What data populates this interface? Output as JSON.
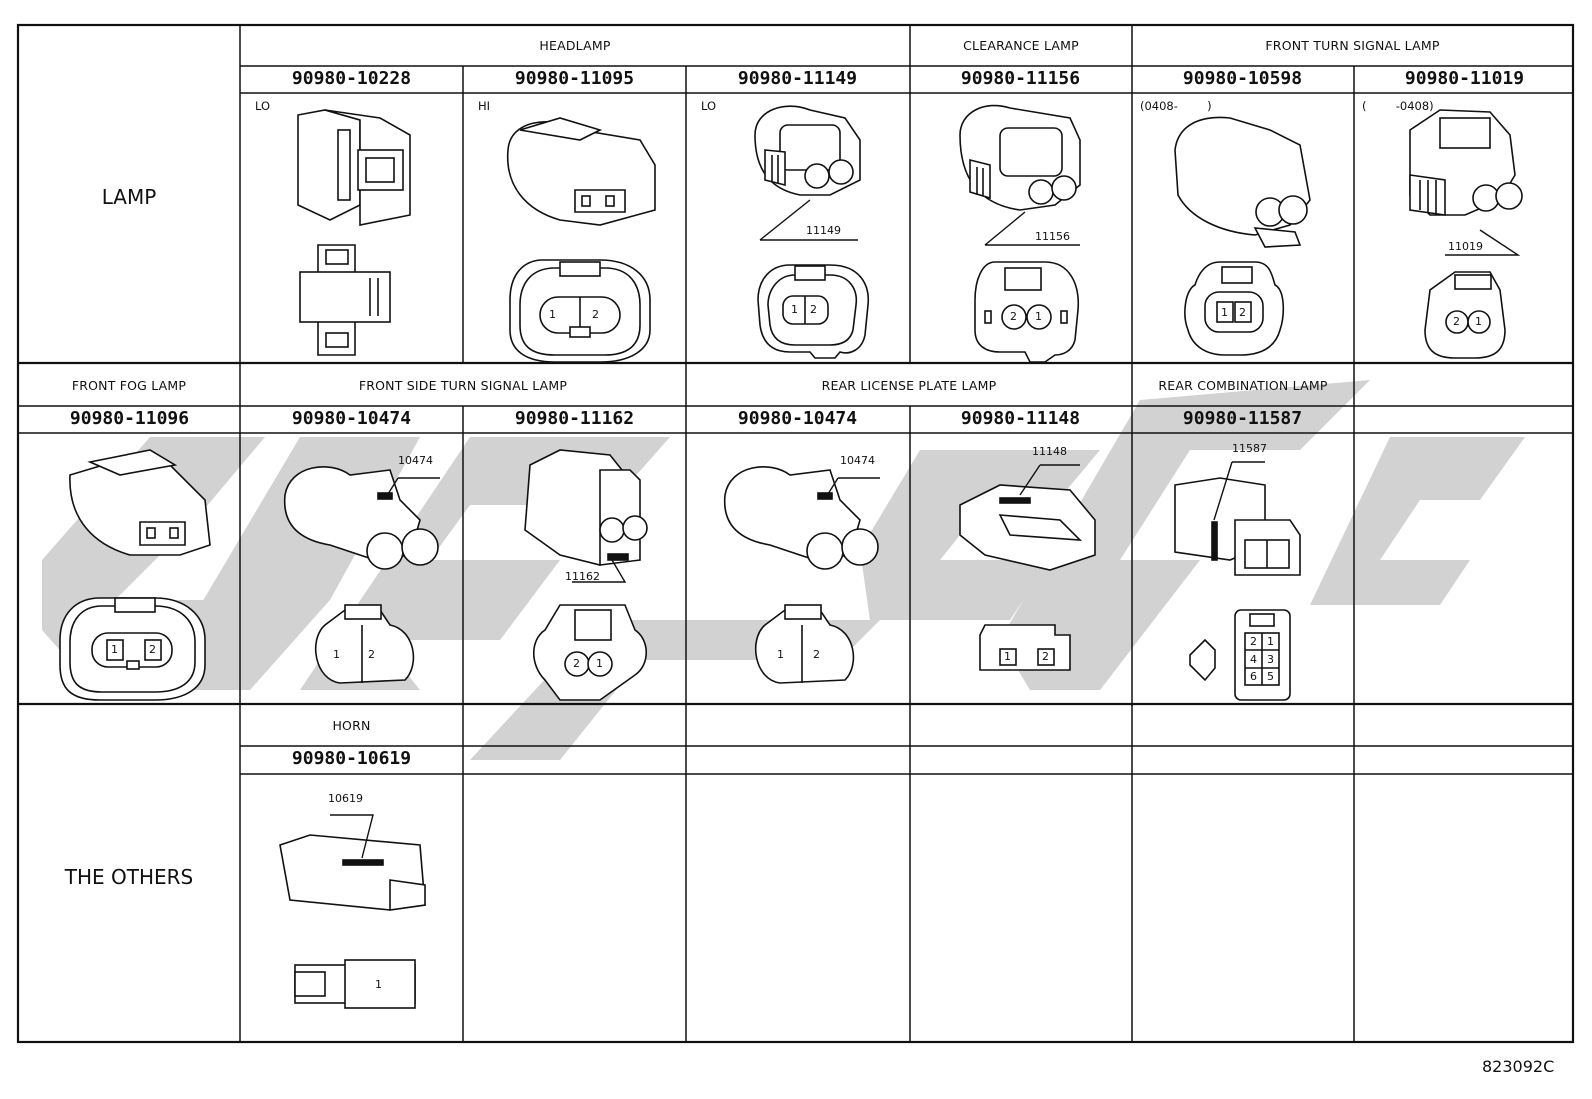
{
  "categories": {
    "lamp": "LAMP",
    "others": "THE OTHERS"
  },
  "group_headers": {
    "headlamp": "HEADLAMP",
    "clearance_lamp": "CLEARANCE LAMP",
    "front_turn_signal_lamp": "FRONT TURN SIGNAL LAMP",
    "front_fog_lamp": "FRONT FOG LAMP",
    "front_side_turn_signal_lamp": "FRONT SIDE TURN SIGNAL LAMP",
    "rear_license_plate_lamp": "REAR LICENSE PLATE LAMP",
    "rear_combination_lamp": "REAR COMBINATION LAMP",
    "horn": "HORN"
  },
  "part_numbers": {
    "r1c1": "90980-10228",
    "r1c2": "90980-11095",
    "r1c3": "90980-11149",
    "r1c4": "90980-11156",
    "r1c5": "90980-10598",
    "r1c6": "90980-11019",
    "r2c0": "90980-11096",
    "r2c1": "90980-10474",
    "r2c2": "90980-11162",
    "r2c3": "90980-10474",
    "r2c4": "90980-11148",
    "r2c5": "90980-11587",
    "r3c1": "90980-10619"
  },
  "cell_notes": {
    "r1c1": "LO",
    "r1c2": "HI",
    "r1c3": "LO",
    "r1c5": "(0408-        )",
    "r1c6": "(        -0408)"
  },
  "callouts": {
    "r1c3": "11149",
    "r1c4": "11156",
    "r1c6": "11019",
    "r2c1": "10474",
    "r2c2": "11162",
    "r2c3": "10474",
    "r2c4": "11148",
    "r2c5": "11587",
    "r3c1": "10619"
  },
  "pin_numbers": {
    "one": "1",
    "two": "2",
    "three": "3",
    "four": "4",
    "five": "5",
    "six": "6"
  },
  "figure_code": "823092C",
  "colors": {
    "grid": "#111111",
    "watermark": "#cfcfcf",
    "paper": "#ffffff"
  }
}
